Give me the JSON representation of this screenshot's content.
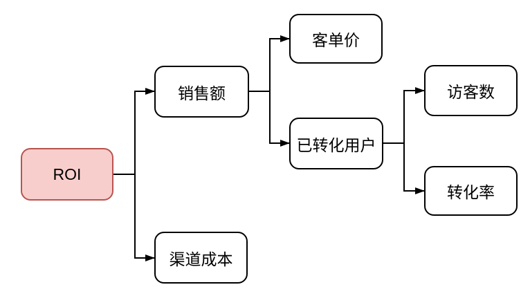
{
  "diagram": {
    "type": "tree",
    "orientation": "left-to-right",
    "background": "#ffffff",
    "edge_color": "#000000",
    "nodes": {
      "roi": {
        "label": "ROI",
        "fill": "#f8cecc",
        "stroke": "#b85450"
      },
      "sales": {
        "label": "销售额",
        "fill": "#ffffff",
        "stroke": "#000000"
      },
      "channel_cost": {
        "label": "渠道成本",
        "fill": "#ffffff",
        "stroke": "#000000"
      },
      "avg_order_value": {
        "label": "客单价",
        "fill": "#ffffff",
        "stroke": "#000000"
      },
      "converted_users": {
        "label": "已转化用户",
        "fill": "#ffffff",
        "stroke": "#000000"
      },
      "visitor_count": {
        "label": "访客数",
        "fill": "#ffffff",
        "stroke": "#000000"
      },
      "conversion_rate": {
        "label": "转化率",
        "fill": "#ffffff",
        "stroke": "#000000"
      }
    },
    "edges": [
      {
        "from": "ROI",
        "to": "销售额"
      },
      {
        "from": "ROI",
        "to": "渠道成本"
      },
      {
        "from": "销售额",
        "to": "客单价"
      },
      {
        "from": "销售额",
        "to": "已转化用户"
      },
      {
        "from": "已转化用户",
        "to": "访客数"
      },
      {
        "from": "已转化用户",
        "to": "转化率"
      }
    ]
  }
}
